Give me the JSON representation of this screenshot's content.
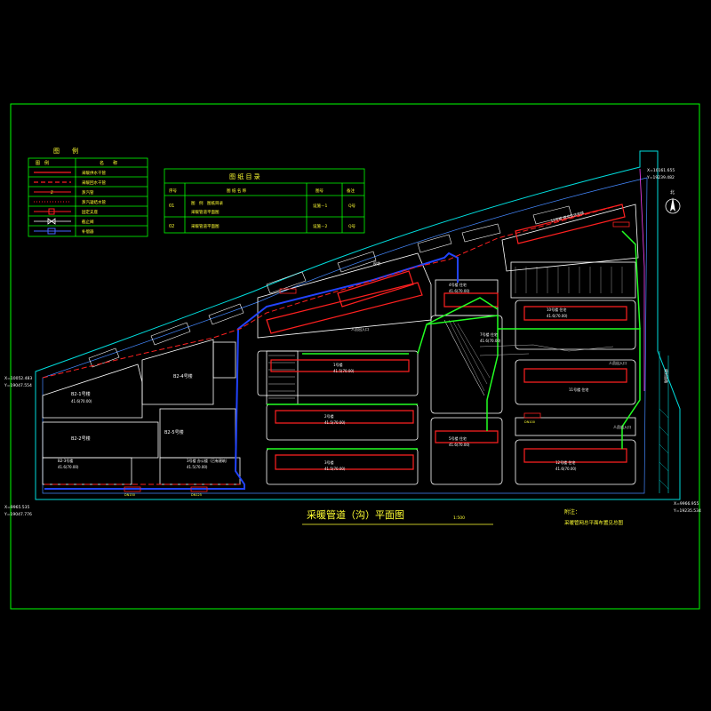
{
  "drawing": {
    "title": "采暖管道（沟）平面图",
    "scale": "1:500",
    "note_title": "附注：",
    "note_text": "采暖管网总平面布置见总图",
    "north_label": "北"
  },
  "legend": {
    "title": "图　　例",
    "header_symbol": "图　例",
    "header_name": "名　　称",
    "items": [
      {
        "name": "采暖供水干管",
        "color": "#ff2020",
        "style": "solid"
      },
      {
        "name": "采暖回水干管",
        "color": "#ff2020",
        "style": "dashed"
      },
      {
        "name": "蒸汽管",
        "color": "#ff2020",
        "style": "mark"
      },
      {
        "name": "蒸汽凝结水管",
        "color": "#ff2020",
        "style": "dotted"
      },
      {
        "name": "固定支座",
        "color": "#ff2020",
        "style": "box"
      },
      {
        "name": "截止阀",
        "color": "#ffffff",
        "style": "valve"
      },
      {
        "name": "补偿器",
        "color": "#4466ff",
        "style": "comp"
      }
    ]
  },
  "drawing_list": {
    "title": "图 纸 目 录",
    "headers": [
      "序号",
      "图 纸 名 称",
      "图号",
      "备注"
    ],
    "rows": [
      {
        "no": "01",
        "name": "图　例　图纸目录",
        "name2": "采暖管道平面图",
        "code": "设施－1",
        "note": "Q号"
      },
      {
        "no": "02",
        "name": "采暖管道平面图",
        "name2": "",
        "code": "设施－2",
        "note": "Q号"
      }
    ]
  },
  "coords": {
    "tr1": "X=10161.655",
    "tr2": "Y=19239.482",
    "l1": "X=10052.483",
    "l2": "Y=19047.554",
    "bl1": "X=9965.535",
    "bl2": "Y=19047.776",
    "br1": "X=9966.955",
    "br2": "Y=19235.534"
  },
  "labels": {
    "b2_hall_1": "B2-1号楼",
    "b2_hall_1_elev": "41.6(70.00)",
    "b2_hall_2": "B2-2号楼",
    "b2_hall_3": "B2-3号楼",
    "b2_hall_3_elev": "41.6(70.00)",
    "b2_hall_4": "B2-4号楼",
    "b2_hall_5": "B2-5号楼",
    "b3_hall": "3号楼 办公楼（已有建筑）",
    "b3_elev": "41.5(70.00)",
    "mid_1": "1号楼",
    "mid_1_elev": "41.5(70.00)",
    "mid_2": "2号楼",
    "mid_2_elev": "41.5(70.00)",
    "mid_3": "3号楼",
    "mid_3_elev": "41.5(70.00)",
    "c1": "4号楼 住宅",
    "c1_elev": "41.6(70.00)",
    "c2": "5号楼 住宅",
    "c2_elev": "41.6(70.00)",
    "c3": "7号楼 住宅",
    "c3_elev": "41.6(70.00)",
    "r1": "10号楼 住宅",
    "r1_elev": "41.6(70.00)",
    "r2": "11号楼 住宅",
    "r3": "12号楼 住宅",
    "r3_elev": "41.6(70.00)",
    "top_right": "12号楼 商业及住宅楼",
    "entrance": "人员出入口",
    "road": "规划道路",
    "exist": "现状",
    "dim1": "DN150",
    "dim2": "DN125",
    "dim3": "DN100"
  }
}
